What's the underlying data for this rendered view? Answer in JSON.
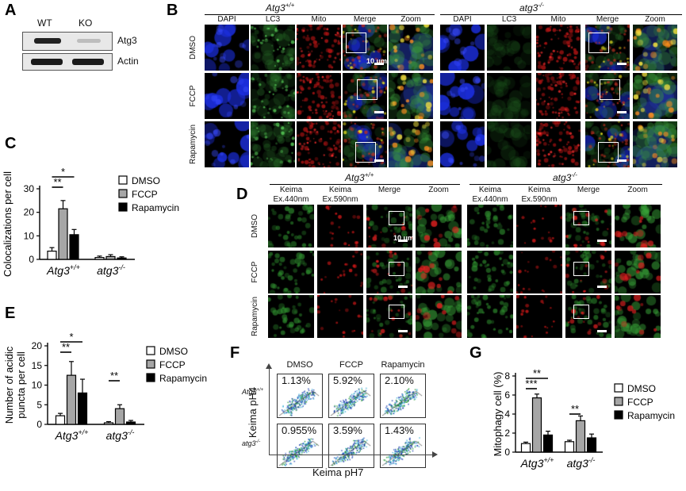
{
  "panels": {
    "A": {
      "label": "A",
      "lanes": [
        "WT",
        "KO"
      ],
      "bands": [
        "Atg3",
        "Actin"
      ]
    },
    "B": {
      "label": "B",
      "genotypes": [
        "Atg3",
        "atg3"
      ],
      "genotype_sup": [
        "+/+",
        "-/-"
      ],
      "channels": [
        "DAPI",
        "LC3",
        "Mito",
        "Merge",
        "Zoom"
      ],
      "rows": [
        "DMSO",
        "FCCP",
        "Rapamycin"
      ],
      "scale_bar": "10 μm"
    },
    "C": {
      "label": "C"
    },
    "D": {
      "label": "D",
      "genotypes": [
        "Atg3",
        "atg3"
      ],
      "genotype_sup": [
        "+/+",
        "-/-"
      ],
      "channels": [
        {
          "line1": "Keima",
          "line2": "Ex.440nm"
        },
        {
          "line1": "Keima",
          "line2": "Ex.590nm"
        },
        {
          "line1": "Merge",
          "line2": ""
        },
        {
          "line1": "Zoom",
          "line2": ""
        }
      ],
      "rows": [
        "DMSO",
        "FCCP",
        "Rapamycin"
      ],
      "scale_bar": "10 μm"
    },
    "E": {
      "label": "E"
    },
    "F": {
      "label": "F",
      "columns": [
        "DMSO",
        "FCCP",
        "Rapamycin"
      ],
      "rows": [
        {
          "name": "Atg3",
          "sup": "+/+",
          "values": [
            "1.13%",
            "5.92%",
            "2.10%"
          ]
        },
        {
          "name": "atg3",
          "sup": "-/-",
          "values": [
            "0.955%",
            "3.59%",
            "1.43%"
          ]
        }
      ],
      "xlabel": "Keima pH7",
      "ylabel": "Keima pH4"
    },
    "G": {
      "label": "G"
    }
  },
  "colors": {
    "dmso": "#ffffff",
    "fccp": "#a6a6a6",
    "rapamycin": "#000000",
    "dapi": "#1a2cd8",
    "lc3": "#3aa83a",
    "mito": "#d01818",
    "flow": "#33a6c9"
  },
  "chart_data": [
    {
      "id": "C",
      "type": "bar",
      "categories": [
        "Atg3",
        "atg3"
      ],
      "category_sup": [
        "+/+",
        "-/-"
      ],
      "series": [
        {
          "name": "DMSO",
          "values": [
            3.5,
            0.8
          ],
          "errors": [
            1.5,
            0.6
          ]
        },
        {
          "name": "FCCP",
          "values": [
            21.5,
            1.2
          ],
          "errors": [
            3.5,
            0.8
          ]
        },
        {
          "name": "Rapamycin",
          "values": [
            10.5,
            0.6
          ],
          "errors": [
            2.2,
            0.5
          ]
        }
      ],
      "ylabel": "Colocalizations per cell",
      "ylim": [
        0,
        30
      ],
      "yticks": [
        0,
        10,
        20,
        30
      ],
      "significance": [
        {
          "label": "**",
          "from": [
            "Atg3",
            "DMSO"
          ],
          "to": [
            "Atg3",
            "FCCP"
          ]
        },
        {
          "label": "*",
          "from": [
            "Atg3",
            "DMSO"
          ],
          "to": [
            "Atg3",
            "Rapamycin"
          ]
        }
      ],
      "legend": "right"
    },
    {
      "id": "E",
      "type": "bar",
      "categories": [
        "Atg3",
        "atg3"
      ],
      "category_sup": [
        "+/+",
        "-/-"
      ],
      "series": [
        {
          "name": "DMSO",
          "values": [
            2.2,
            0.4
          ],
          "errors": [
            0.6,
            0.3
          ]
        },
        {
          "name": "FCCP",
          "values": [
            12.5,
            4.0
          ],
          "errors": [
            3.5,
            1.0
          ]
        },
        {
          "name": "Rapamycin",
          "values": [
            8.0,
            0.6
          ],
          "errors": [
            3.5,
            0.4
          ]
        }
      ],
      "ylabel_lines": [
        "Number of acidic",
        "puncta per cell"
      ],
      "ylim": [
        0,
        20
      ],
      "yticks": [
        0,
        5,
        10,
        15,
        20
      ],
      "significance": [
        {
          "label": "**",
          "from": [
            "Atg3",
            "DMSO"
          ],
          "to": [
            "Atg3",
            "FCCP"
          ]
        },
        {
          "label": "*",
          "from": [
            "Atg3",
            "DMSO"
          ],
          "to": [
            "Atg3",
            "Rapamycin"
          ]
        },
        {
          "label": "**",
          "from": [
            "atg3",
            "DMSO"
          ],
          "to": [
            "atg3",
            "FCCP"
          ]
        }
      ],
      "legend": "right"
    },
    {
      "id": "G",
      "type": "bar",
      "categories": [
        "Atg3",
        "atg3"
      ],
      "category_sup": [
        "+/+",
        "-/-"
      ],
      "series": [
        {
          "name": "DMSO",
          "values": [
            0.9,
            1.1
          ],
          "errors": [
            0.15,
            0.15
          ]
        },
        {
          "name": "FCCP",
          "values": [
            5.7,
            3.3
          ],
          "errors": [
            0.4,
            0.5
          ]
        },
        {
          "name": "Rapamycin",
          "values": [
            1.8,
            1.5
          ],
          "errors": [
            0.4,
            0.4
          ]
        }
      ],
      "ylabel": "Mitophagy cell (%)",
      "ylim": [
        0,
        8
      ],
      "yticks": [
        0,
        2,
        4,
        6,
        8
      ],
      "significance": [
        {
          "label": "***",
          "from": [
            "Atg3",
            "DMSO"
          ],
          "to": [
            "Atg3",
            "FCCP"
          ]
        },
        {
          "label": "**",
          "from": [
            "Atg3",
            "DMSO"
          ],
          "to": [
            "Atg3",
            "Rapamycin"
          ]
        },
        {
          "label": "**",
          "from": [
            "atg3",
            "DMSO"
          ],
          "to": [
            "atg3",
            "FCCP"
          ]
        }
      ],
      "legend": "right"
    }
  ]
}
